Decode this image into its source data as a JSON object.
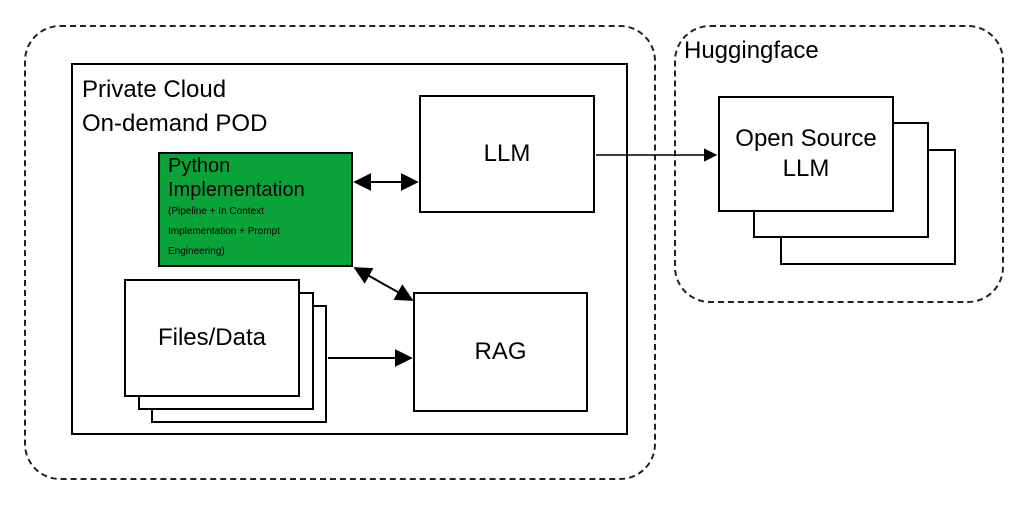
{
  "private_cloud": {
    "line1": "Private Cloud",
    "line2": "On-demand POD"
  },
  "huggingface": {
    "title": "Huggingface"
  },
  "python": {
    "line1": "Python",
    "line2": "Implementation",
    "detail1": "(Pipeline + In Context",
    "detail2": "Implementation + Prompt",
    "detail3": "Engineering)",
    "fill_color": "#0aa33a"
  },
  "llm": {
    "label": "LLM"
  },
  "rag": {
    "label": "RAG"
  },
  "files": {
    "label": "Files/Data"
  },
  "open_source": {
    "line1": "Open Source",
    "line2": "LLM"
  }
}
